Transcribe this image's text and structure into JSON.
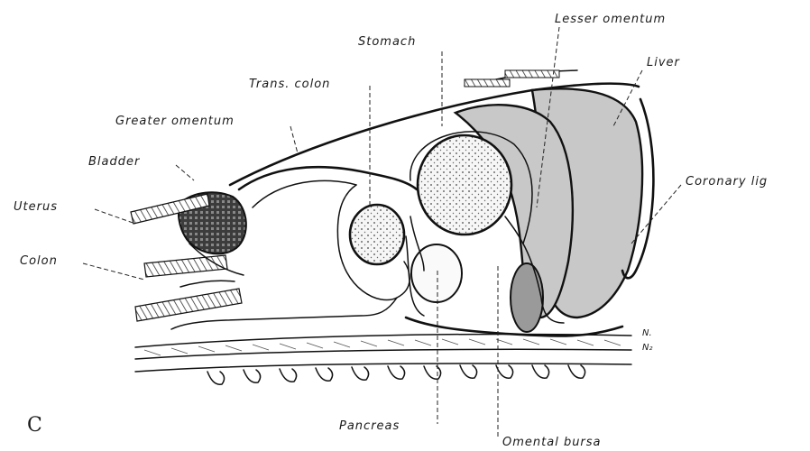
{
  "figure": {
    "panel_letter": "C",
    "labels": {
      "stomach": "Stomach",
      "lesser_omentum": "Lesser omentum",
      "liver": "Liver",
      "trans_colon": "Trans. colon",
      "greater_omentum": "Greater omentum",
      "bladder": "Bladder",
      "uterus": "Uterus",
      "colon": "Colon",
      "coronary_lig": "Coronary lig",
      "pancreas": "Pancreas",
      "omental_bursa": "Omental bursa",
      "n1": "N.",
      "n2": "N₂"
    },
    "colors": {
      "liver_fill": "#c8c8c8",
      "lobe_fill": "#9a9a9a",
      "uterus_fill": "#4a4a4a",
      "line": "#111111"
    }
  }
}
